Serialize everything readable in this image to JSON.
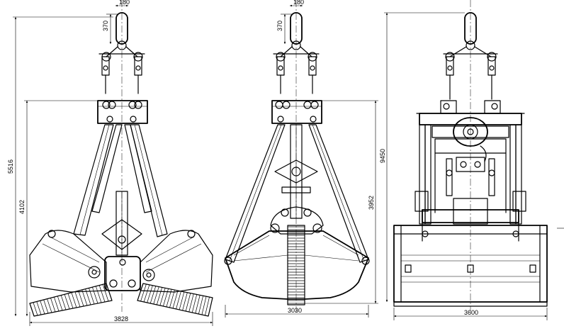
{
  "dimensions": {
    "view1": {
      "shackle_width": "180",
      "hook_height": "370",
      "overall_height": "5516",
      "body_height": "4102",
      "open_width": "3828"
    },
    "view2": {
      "shackle_width": "180",
      "hook_height": "370",
      "body_height": "3952",
      "closed_width": "3030"
    },
    "view3": {
      "total_height": "9450",
      "width": "3600"
    }
  }
}
